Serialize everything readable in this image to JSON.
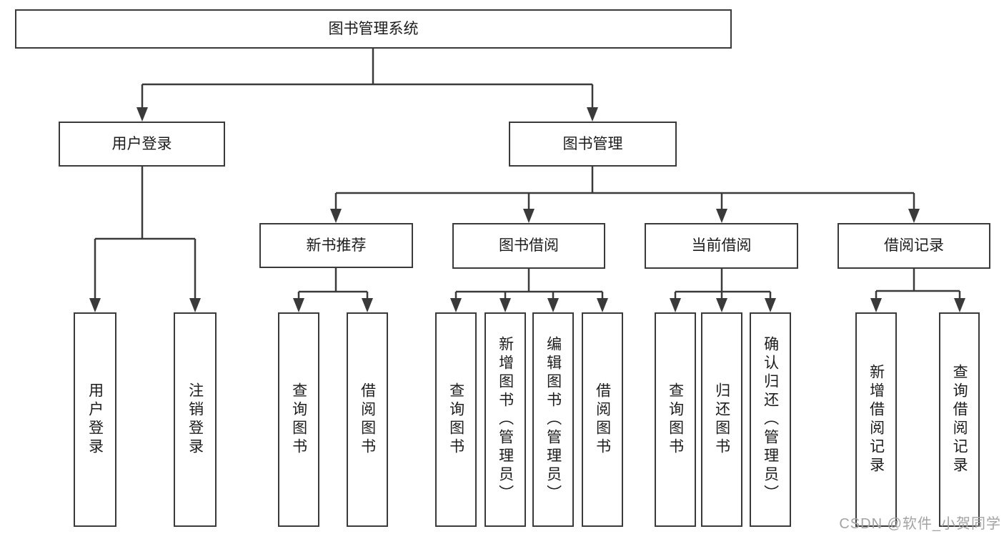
{
  "tree": {
    "root": {
      "label": "图书管理系统"
    },
    "branches": [
      {
        "label": "用户登录",
        "children": [
          {
            "label": "用户登录"
          },
          {
            "label": "注销登录"
          }
        ]
      },
      {
        "label": "图书管理",
        "children": [
          {
            "label": "新书推荐",
            "children": [
              {
                "label": "查询图书"
              },
              {
                "label": "借阅图书"
              }
            ]
          },
          {
            "label": "图书借阅",
            "children": [
              {
                "label": "查询图书"
              },
              {
                "label": "新增图书（管理员）"
              },
              {
                "label": "编辑图书（管理员）"
              },
              {
                "label": "借阅图书"
              }
            ]
          },
          {
            "label": "当前借阅",
            "children": [
              {
                "label": "查询图书"
              },
              {
                "label": "归还图书"
              },
              {
                "label": "确认归还（管理员）"
              }
            ]
          },
          {
            "label": "借阅记录",
            "children": [
              {
                "label": "新增借阅记录"
              },
              {
                "label": "查询借阅记录"
              }
            ]
          }
        ]
      }
    ]
  },
  "watermark": {
    "label": "CSDN @软件_小贺同学"
  },
  "colors": {
    "line": "#3a3a3a",
    "box_border": "#3a3a3a",
    "text": "#1c1c1c",
    "background": "#ffffff",
    "watermark": "#a3a3a3"
  }
}
